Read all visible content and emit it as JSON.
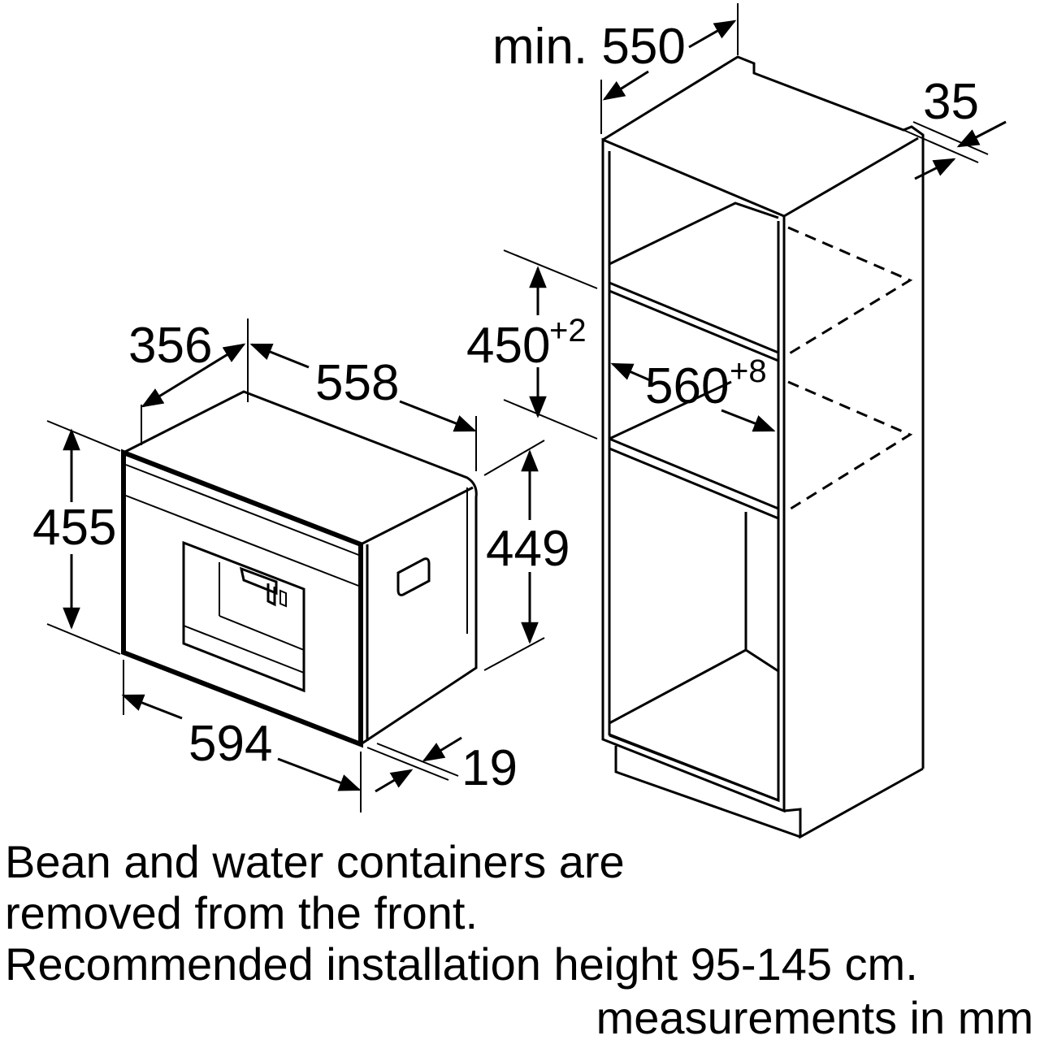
{
  "appliance": {
    "depth": "356",
    "width_top": "558",
    "height_left": "455",
    "height_right": "449",
    "width_front": "594",
    "front_offset": "19"
  },
  "cabinet": {
    "depth": "min. 550",
    "panel": "35",
    "niche_height": "450",
    "niche_height_tol": "+2",
    "niche_width": "560",
    "niche_width_tol": "+8"
  },
  "notes": {
    "line1": "Bean and water containers are",
    "line2": "removed from the front.",
    "line3": "Recommended installation height 95-145 cm.",
    "units": "measurements in mm"
  }
}
